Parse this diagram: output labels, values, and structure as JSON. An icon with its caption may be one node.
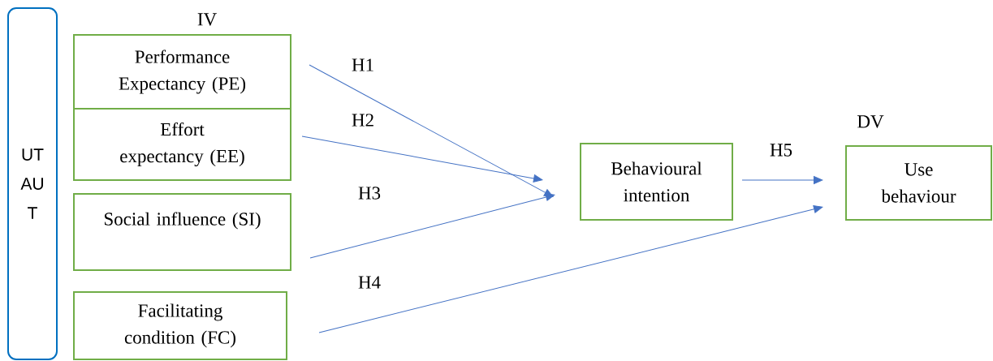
{
  "diagram": {
    "nodes": [
      {
        "text": [
          "UT AU T"
        ]
      },
      {
        "text": [
          "Performance Expectancy (PE)"
        ]
      },
      {
        "text": [
          "Effort expectancy (EE)"
        ]
      },
      {
        "text": [
          "Social influence (SI)"
        ]
      },
      {
        "text": [
          "Facilitating condition (FC)"
        ]
      },
      {
        "text": [
          "Behavioural intention"
        ]
      },
      {
        "text": [
          "Use behaviour"
        ]
      }
    ],
    "edges": [
      {
        "from": 1,
        "to": 5,
        "arrow": "to",
        "label": "H1"
      },
      {
        "from": 2,
        "to": 5,
        "arrow": "to",
        "label": "H2"
      },
      {
        "from": 3,
        "to": 5,
        "arrow": "to",
        "label": "H3"
      },
      {
        "from": 4,
        "to": 6,
        "arrow": "to",
        "label": "H4"
      },
      {
        "from": 5,
        "to": 6,
        "arrow": "to",
        "label": "H5"
      }
    ],
    "labels": [
      "IV",
      "DV"
    ]
  }
}
